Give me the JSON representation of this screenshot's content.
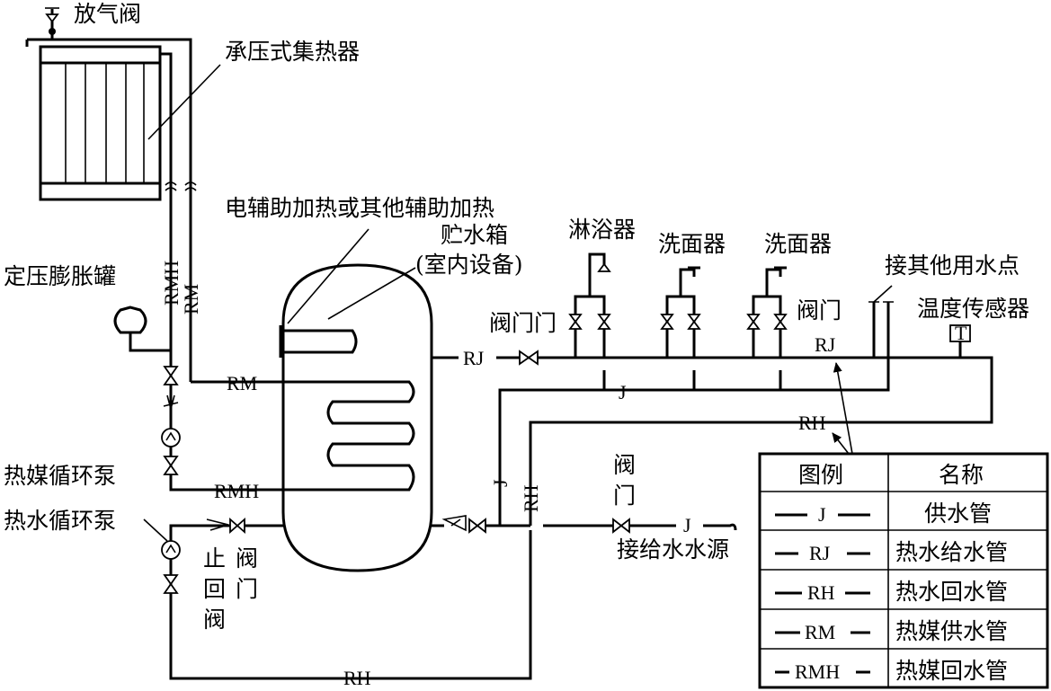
{
  "labels": {
    "vent_valve": "放气阀",
    "collector": "承压式集热器",
    "aux_heater": "电辅助加热或其他辅助加热",
    "tank_line1": "贮水箱",
    "tank_line2": "(室内设备)",
    "shower": "淋浴器",
    "basin1": "洗面器",
    "basin2": "洗面器",
    "other_points": "接其他用水点",
    "temp_sensor": "温度传感器",
    "temp_sensor_symbol": "T",
    "expansion_tank": "定压膨胀罐",
    "heat_medium_pump": "热媒循环泵",
    "hot_water_pump": "热水循环泵",
    "valve_left": "阀门门",
    "valve_right": "阀门",
    "valve_supply_1": "阀",
    "valve_supply_2": "门",
    "supply_source": "接给水水源",
    "check_1": "止",
    "check_2": "回",
    "check_3": "阀",
    "gate_1": "阀",
    "gate_2": "门"
  },
  "pipe_codes": {
    "rmh_vertical": "RMH",
    "rm_vertical": "RM",
    "rm_to_tank": "RM",
    "rmh_to_tank": "RMH",
    "rj_tank_out": "RJ",
    "rj_main": "RJ",
    "j_branch": "J",
    "rh_return": "RH",
    "j_vertical": "J",
    "rh_vertical": "RH",
    "j_supply": "J",
    "rh_bottom": "RH"
  },
  "legend": {
    "headers": [
      "图例",
      "名称"
    ],
    "rows": [
      {
        "symbol": "J",
        "name": "供水管"
      },
      {
        "symbol": "RJ",
        "name": "热水给水管"
      },
      {
        "symbol": "RH",
        "name": "热水回水管"
      },
      {
        "symbol": "RM",
        "name": "热媒供水管"
      },
      {
        "symbol": "RMH",
        "name": "热媒回水管"
      }
    ]
  }
}
